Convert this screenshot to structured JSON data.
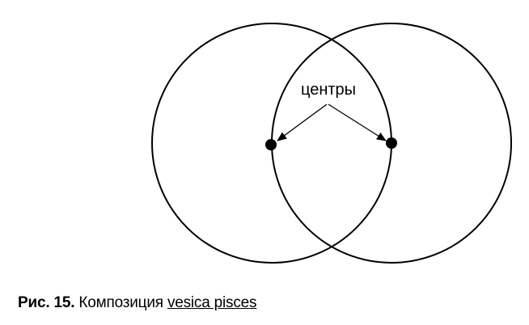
{
  "diagram": {
    "annotation": "центры",
    "caption": {
      "label": "Рис. 15.",
      "text": "Композиция",
      "term": "vesica pisces"
    },
    "line_color": "#000000",
    "background_color": "#ffffff"
  }
}
